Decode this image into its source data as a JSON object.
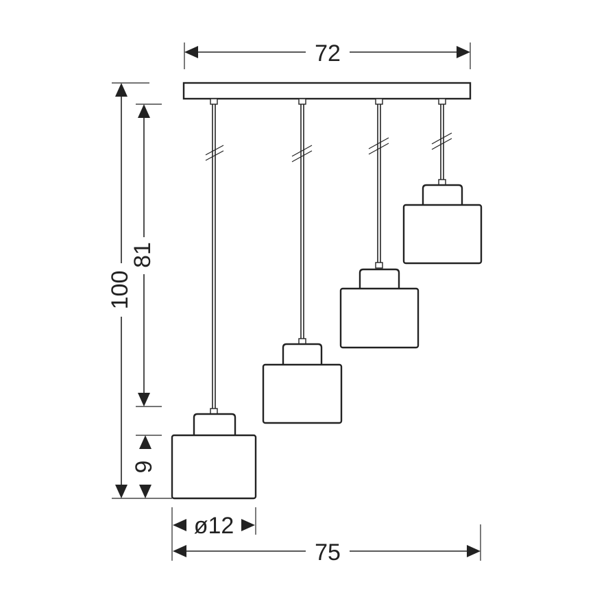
{
  "colors": {
    "stroke": "#222222",
    "background": "#ffffff"
  },
  "dimensions": {
    "canopy_width": "72",
    "total_width": "75",
    "max_height": "100",
    "cord_length": "81",
    "shade_height": "9",
    "shade_diameter": "ø12"
  }
}
